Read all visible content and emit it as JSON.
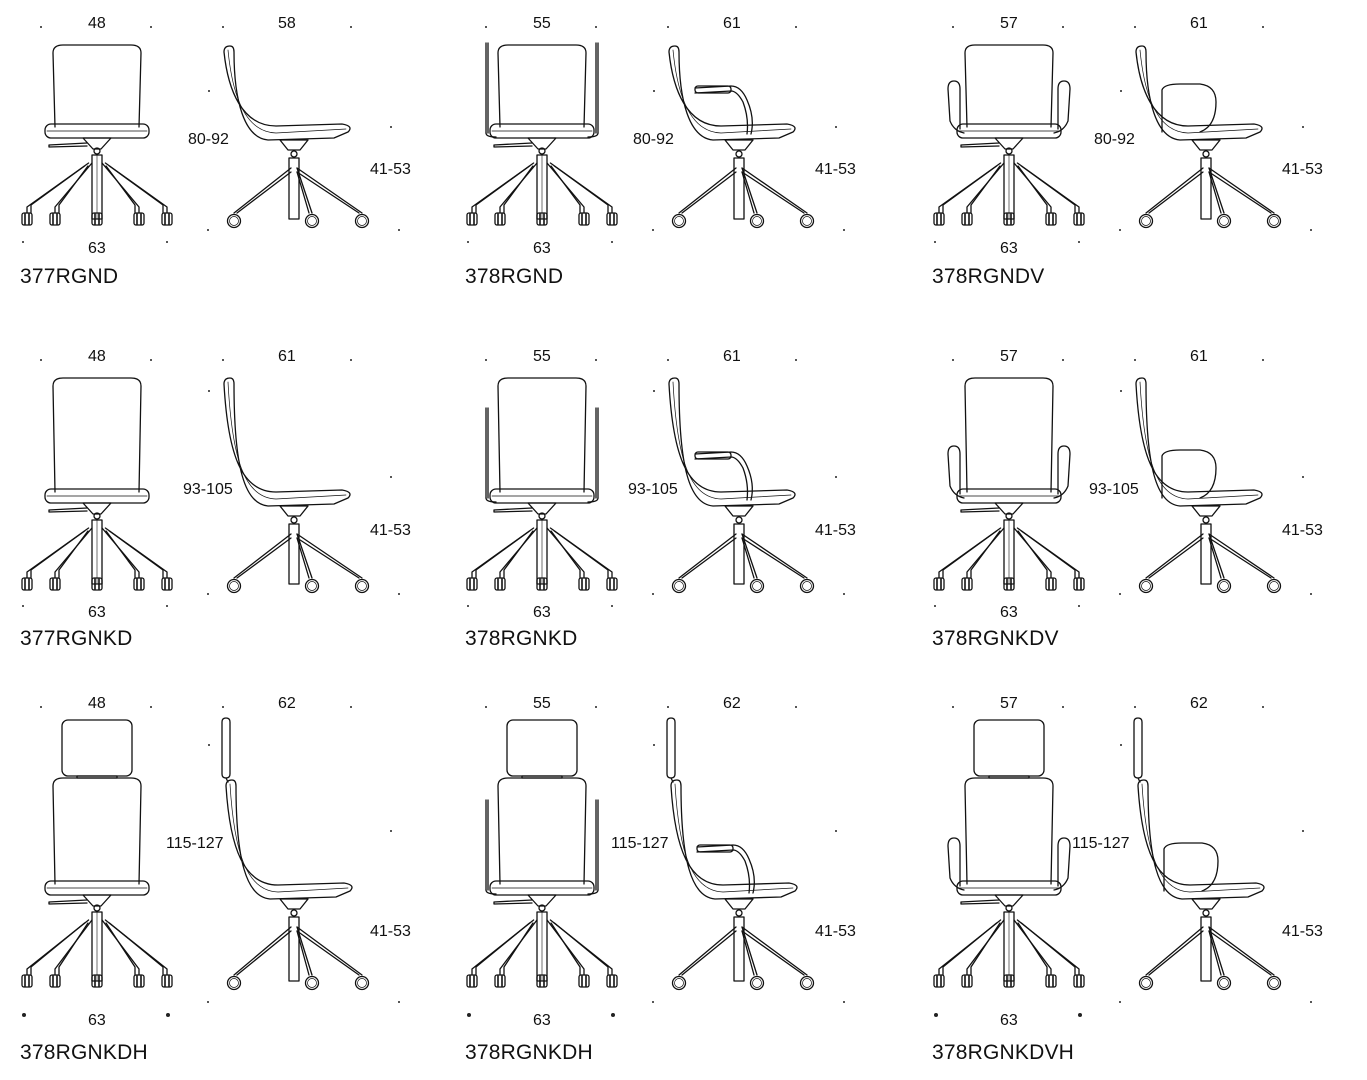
{
  "drawings": [
    {
      "code": "377RGND",
      "front_width": "48",
      "side_depth": "58",
      "total_height": "80-92",
      "seat_height": "41-53",
      "base_width": "63",
      "arms": "none",
      "back": "low",
      "headrest": false
    },
    {
      "code": "378RGND",
      "front_width": "55",
      "side_depth": "61",
      "total_height": "80-92",
      "seat_height": "41-53",
      "base_width": "63",
      "arms": "metal",
      "back": "low",
      "headrest": false
    },
    {
      "code": "378RGNDV",
      "front_width": "57",
      "side_depth": "61",
      "total_height": "80-92",
      "seat_height": "41-53",
      "base_width": "63",
      "arms": "upholstered",
      "back": "low",
      "headrest": false
    },
    {
      "code": "377RGNKD",
      "front_width": "48",
      "side_depth": "61",
      "total_height": "93-105",
      "seat_height": "41-53",
      "base_width": "63",
      "arms": "none",
      "back": "high",
      "headrest": false
    },
    {
      "code": "378RGNKD",
      "front_width": "55",
      "side_depth": "61",
      "total_height": "93-105",
      "seat_height": "41-53",
      "base_width": "63",
      "arms": "metal",
      "back": "high",
      "headrest": false
    },
    {
      "code": "378RGNKDV",
      "front_width": "57",
      "side_depth": "61",
      "total_height": "93-105",
      "seat_height": "41-53",
      "base_width": "63",
      "arms": "upholstered",
      "back": "high",
      "headrest": false
    },
    {
      "code": "378RGNKDH",
      "front_width": "48",
      "side_depth": "62",
      "total_height": "115-127",
      "seat_height": "41-53",
      "base_width": "63",
      "arms": "none",
      "back": "high",
      "headrest": true
    },
    {
      "code": "378RGNKDH",
      "front_width": "55",
      "side_depth": "62",
      "total_height": "115-127",
      "seat_height": "41-53",
      "base_width": "63",
      "arms": "metal",
      "back": "high",
      "headrest": true
    },
    {
      "code": "378RGNKDVH",
      "front_width": "57",
      "side_depth": "62",
      "total_height": "115-127",
      "seat_height": "41-53",
      "base_width": "63",
      "arms": "upholstered",
      "back": "high",
      "headrest": true
    }
  ],
  "colors": {
    "line": "#111111",
    "background": "#ffffff"
  }
}
